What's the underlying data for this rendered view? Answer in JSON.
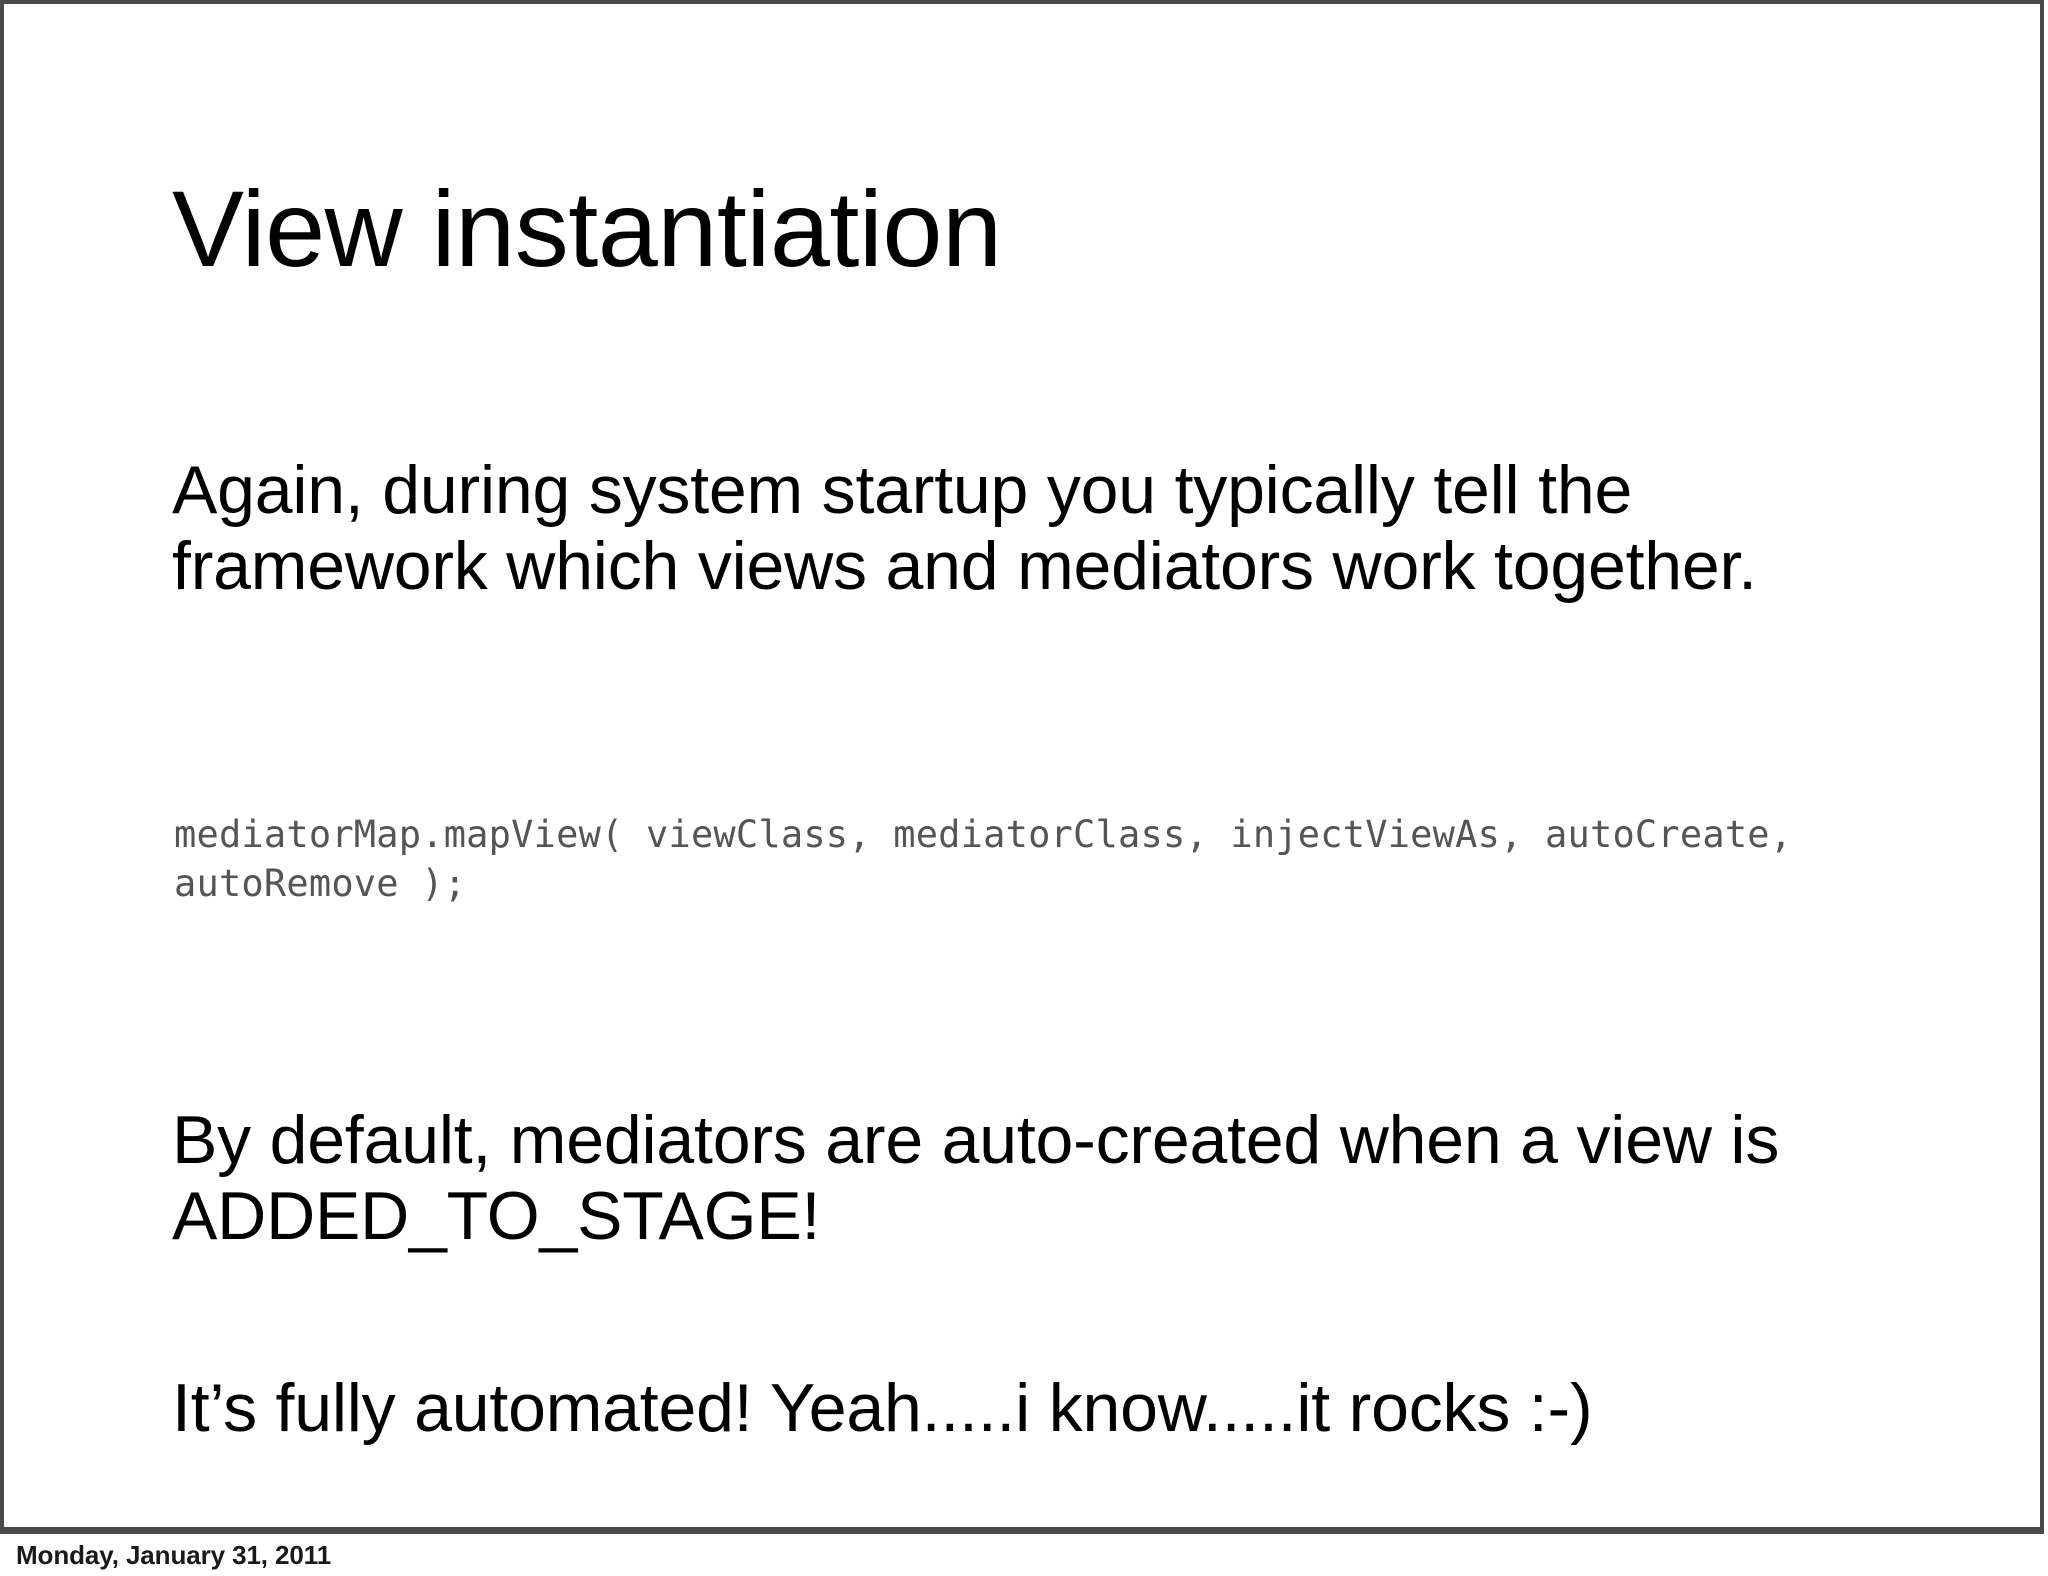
{
  "slide": {
    "title": "View instantiation",
    "paragraphs": {
      "intro": "Again, during system startup you typically tell the framework which views and mediators work together.",
      "default_behavior": "By default, mediators are auto-created when a view is ADDED_TO_STAGE!",
      "closing": "It’s fully automated! Yeah.....i know.....it rocks :-)"
    },
    "code_snippet": "mediatorMap.mapView( viewClass, mediatorClass, injectViewAs, autoCreate, autoRemove );",
    "colors": {
      "background": "#ffffff",
      "text": "#000000",
      "code_text": "#555558",
      "border": "#4a4a4d"
    }
  },
  "footer": {
    "date": "Monday, January 31, 2011"
  }
}
